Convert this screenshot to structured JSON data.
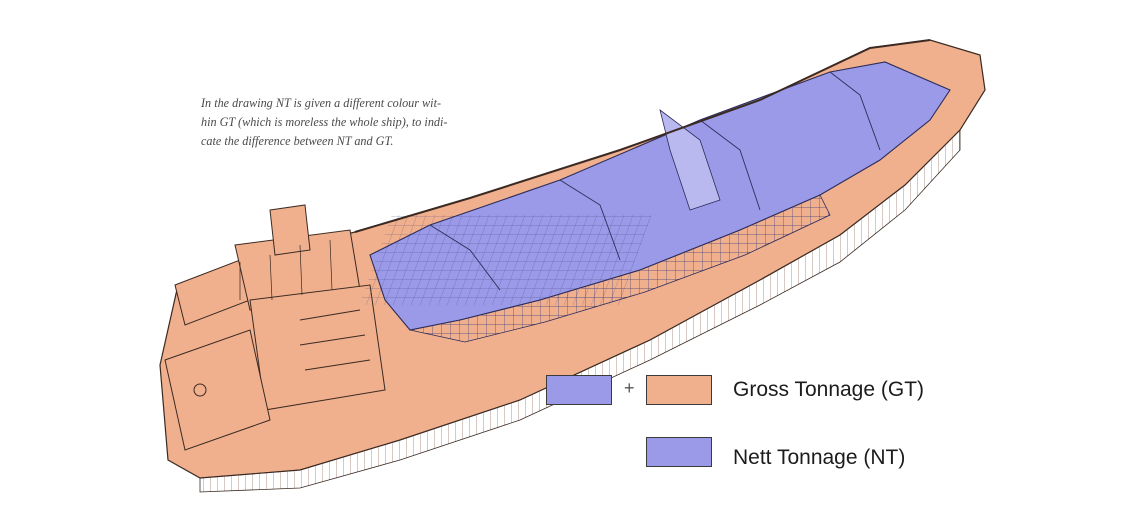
{
  "caption": "In the drawing NT is given a different colour wit-\nhin GT (which is moreless the whole ship), to indi-\ncate the difference between NT and GT.",
  "legend": {
    "plus": "+",
    "gross_label": "Gross Tonnage (GT)",
    "nett_label": "Nett Tonnage (NT)"
  },
  "colors": {
    "nt_fill": "#9a9ae8",
    "gt_fill": "#f0b08e",
    "outline": "#3b2a22"
  },
  "icons": {
    "ship": "cargo-ship-cutaway-illustration"
  }
}
